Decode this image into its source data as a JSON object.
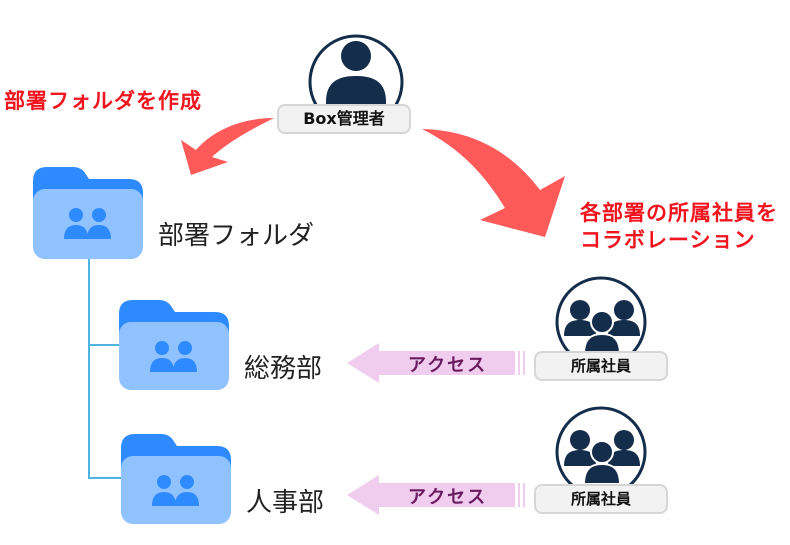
{
  "admin": {
    "label": "Box管理者",
    "icon": "user-icon"
  },
  "annotations": {
    "create_folder": "部署フォルダを作成",
    "collaborate_line1": "各部署の所属社員を",
    "collaborate_line2": "コラボレーション"
  },
  "folders": {
    "root": {
      "label": "部署フォルダ",
      "icon": "shared-folder-icon"
    },
    "children": [
      {
        "label": "総務部",
        "icon": "shared-folder-icon"
      },
      {
        "label": "人事部",
        "icon": "shared-folder-icon"
      }
    ]
  },
  "groups": [
    {
      "label": "所属社員",
      "icon": "group-icon",
      "access_label": "アクセス"
    },
    {
      "label": "所属社員",
      "icon": "group-icon",
      "access_label": "アクセス"
    }
  ],
  "colors": {
    "annotation_red": "#f0141e",
    "curved_arrow": "#ff5a5a",
    "folder_tab": "#2e8bff",
    "folder_body": "#90c2ff",
    "tree_line": "#4fb3e0",
    "person_navy": "#132d4b",
    "access_arrow": "#f0cdee",
    "access_text": "#6a1b5e"
  }
}
